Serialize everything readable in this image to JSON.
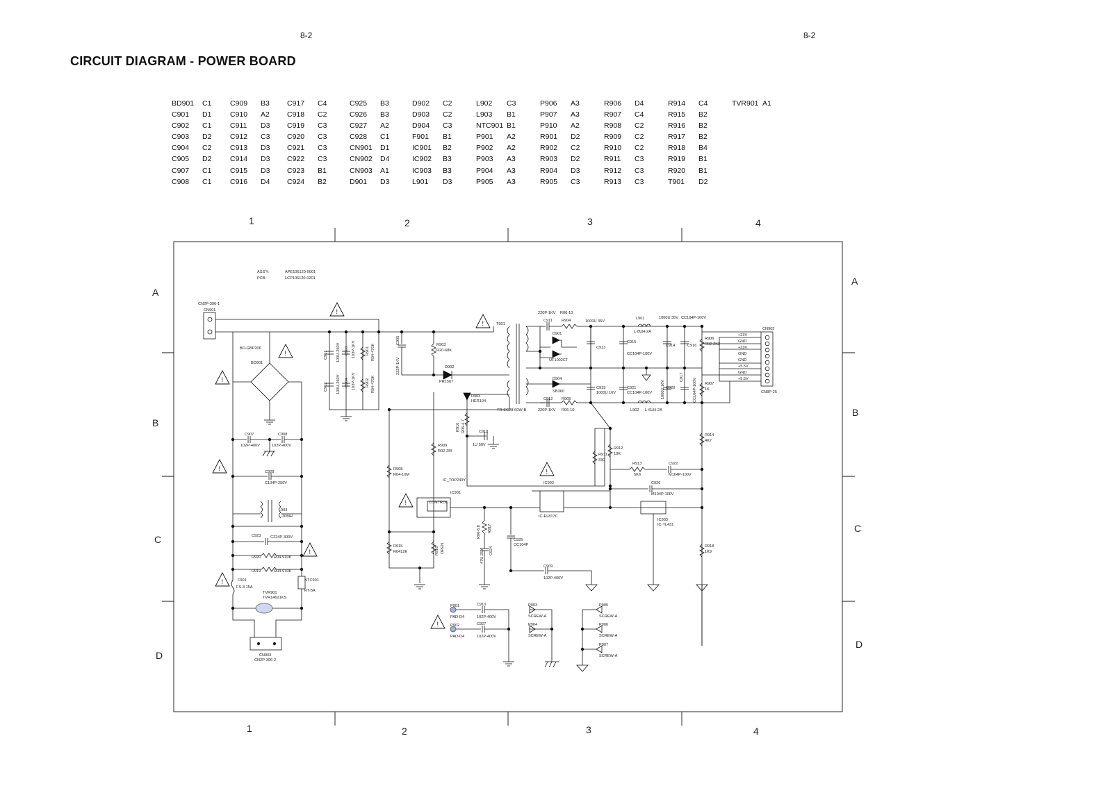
{
  "page_number_left": "8-2",
  "page_number_right": "8-2",
  "title": "CIRCUIT DIAGRAM - POWER BOARD",
  "reference_table": [
    [
      [
        "BD901",
        "C1"
      ],
      [
        "C901",
        "D1"
      ],
      [
        "C902",
        "C1"
      ],
      [
        "C903",
        "D2"
      ],
      [
        "C904",
        "C2"
      ],
      [
        "C905",
        "D2"
      ],
      [
        "C907",
        "C1"
      ],
      [
        "C908",
        "C1"
      ]
    ],
    [
      [
        "C909",
        "B3"
      ],
      [
        "C910",
        "A2"
      ],
      [
        "C911",
        "D3"
      ],
      [
        "C912",
        "C3"
      ],
      [
        "C913",
        "D3"
      ],
      [
        "C914",
        "D3"
      ],
      [
        "C915",
        "D3"
      ],
      [
        "C916",
        "D4"
      ]
    ],
    [
      [
        "C917",
        "C4"
      ],
      [
        "C918",
        "C2"
      ],
      [
        "C919",
        "C3"
      ],
      [
        "C920",
        "C3"
      ],
      [
        "C921",
        "C3"
      ],
      [
        "C922",
        "C3"
      ],
      [
        "C923",
        "B1"
      ],
      [
        "C924",
        "B2"
      ]
    ],
    [
      [
        "C925",
        "B3"
      ],
      [
        "C926",
        "B3"
      ],
      [
        "C927",
        "A2"
      ],
      [
        "C928",
        "C1"
      ],
      [
        "CN901",
        "D1"
      ],
      [
        "CN902",
        "D4"
      ],
      [
        "CN903",
        "A1"
      ],
      [
        "D901",
        "D3"
      ]
    ],
    [
      [
        "D902",
        "C2"
      ],
      [
        "D903",
        "C2"
      ],
      [
        "D904",
        "C3"
      ],
      [
        "F901",
        "B1"
      ],
      [
        "IC901",
        "B2"
      ],
      [
        "IC902",
        "B3"
      ],
      [
        "IC903",
        "B3"
      ],
      [
        "L901",
        "D3"
      ]
    ],
    [
      [
        "L902",
        "C3"
      ],
      [
        "L903",
        "B1"
      ],
      [
        "NTC901",
        "B1"
      ],
      [
        "P901",
        "A2"
      ],
      [
        "P902",
        "A2"
      ],
      [
        "P903",
        "A3"
      ],
      [
        "P904",
        "A3"
      ],
      [
        "P905",
        "A3"
      ]
    ],
    [
      [
        "P906",
        "A3"
      ],
      [
        "P907",
        "A3"
      ],
      [
        "P910",
        "A2"
      ],
      [
        "R901",
        "D2"
      ],
      [
        "R902",
        "C2"
      ],
      [
        "R903",
        "D2"
      ],
      [
        "R904",
        "D3"
      ],
      [
        "R905",
        "C3"
      ]
    ],
    [
      [
        "R906",
        "D4"
      ],
      [
        "R907",
        "C4"
      ],
      [
        "R908",
        "C2"
      ],
      [
        "R909",
        "C2"
      ],
      [
        "R910",
        "C2"
      ],
      [
        "R911",
        "C3"
      ],
      [
        "R912",
        "C3"
      ],
      [
        "R913",
        "C3"
      ]
    ],
    [
      [
        "R914",
        "C4"
      ],
      [
        "R915",
        "B2"
      ],
      [
        "R916",
        "B2"
      ],
      [
        "R917",
        "B2"
      ],
      [
        "R918",
        "B4"
      ],
      [
        "R919",
        "B1"
      ],
      [
        "R920",
        "B1"
      ],
      [
        "T901",
        "D2"
      ]
    ],
    [
      [
        "TVR901",
        "A1"
      ]
    ]
  ],
  "grid": {
    "columns": [
      "1",
      "2",
      "3",
      "4"
    ],
    "rows": [
      "A",
      "B",
      "C",
      "D"
    ]
  },
  "assembly": {
    "assy_label": "ASS'Y:",
    "assy_value": "APE106120-0001",
    "pcb_label": "PCB:",
    "pcb_value": "LCP106120-0201"
  },
  "components": {
    "cn901": [
      "CN2P-396-1",
      "CN901"
    ],
    "bd901": [
      "BD-GBP206",
      "BD901"
    ],
    "c907": [
      "C907",
      "102P-400V"
    ],
    "c908": [
      "C908",
      "102P-400V"
    ],
    "c928": [
      "C928",
      "C104P-250V"
    ],
    "l903": [
      "L903",
      "L-30MH"
    ],
    "c923": [
      "C923",
      "C224P-300V"
    ],
    "r920": [
      "R920",
      "R04-910K"
    ],
    "r919": [
      "R919",
      "R04-910K"
    ],
    "f901": [
      "F901",
      "FS-3.15A"
    ],
    "ntc901": [
      "NTC901",
      "RT-5A"
    ],
    "tvr901": [
      "TVR901",
      "TVR14621KS"
    ],
    "cn903": [
      "CN903",
      "CN2P-396-2"
    ],
    "c901": [
      "C901",
      "100U-250V"
    ],
    "c902": [
      "C902",
      "100U-250V"
    ],
    "c903": [
      "C903",
      "103P-1KV"
    ],
    "c904": [
      "C904",
      "103P-1KV"
    ],
    "r901": [
      "R901",
      "R04-470K"
    ],
    "r902": [
      "R902",
      "R04-470K"
    ],
    "c905": [
      "C905",
      "222P-1KV"
    ],
    "r903": [
      "R903",
      "R20-68K"
    ],
    "d902": [
      "D902",
      "PR1507"
    ],
    "d903": [
      "D903",
      "HER104"
    ],
    "t901": [
      "T901",
      "TR-EC28-60W-B"
    ],
    "r910": [
      "R910",
      "R06-4.7"
    ],
    "c918": [
      "C918",
      "1U 50V"
    ],
    "r909": [
      "R909",
      "R02-2M"
    ],
    "r908": [
      "R908",
      "R04-10M"
    ],
    "ic901": [
      "IC_TOP249Y",
      "IC901",
      "CONTROL"
    ],
    "r915": [
      "R915",
      "R0412K"
    ],
    "r916": [
      "R916",
      "OPEN"
    ],
    "r917": [
      "R917",
      "R06-6.8"
    ],
    "c924": [
      "C924",
      "47U 25V"
    ],
    "c925": [
      "C925",
      "CC104P"
    ],
    "c909": [
      "C909",
      "102P-400V"
    ],
    "c911": [
      "C911",
      "220P-1KV"
    ],
    "r904": [
      "R904",
      "R06-10"
    ],
    "d901": [
      "D901",
      "UF1002CT"
    ],
    "c912": [
      "C912",
      "220P-1KV"
    ],
    "r905": [
      "R905",
      "R06-10"
    ],
    "d904": [
      "D904",
      "SB360"
    ],
    "c913": [
      "C913",
      "1000U 35V"
    ],
    "c919": [
      "C919",
      "1000U 16V"
    ],
    "l901": [
      "L901",
      "L-8UH-2A"
    ],
    "c915": [
      "C915",
      "CC104P-100V"
    ],
    "c921": [
      "C921",
      "CC104P-100V"
    ],
    "l902": [
      "L902",
      "L-6UH-2A"
    ],
    "c914": [
      "C914",
      "1000U 35V"
    ],
    "c916": [
      "C916",
      "CC104P-100V"
    ],
    "c920": [
      "C920",
      "1000U 16V"
    ],
    "c917": [
      "C917",
      "CC104P-100V"
    ],
    "r906": [
      "R906",
      "R02-2K2"
    ],
    "r907": [
      "R907",
      "1K"
    ],
    "r914": [
      "R914",
      "4K7"
    ],
    "r911": [
      "R911",
      "330"
    ],
    "r912": [
      "R912",
      "10K"
    ],
    "r913": [
      "R913",
      "5K6"
    ],
    "c922": [
      "C922",
      "M104P-100V"
    ],
    "c926": [
      "C926",
      "M104P-100V"
    ],
    "ic902": [
      "IC902",
      "IC-EL817C"
    ],
    "ic903": [
      "IC903",
      "IC-TL431"
    ],
    "r918": [
      "R918",
      "1K9"
    ],
    "cn902": [
      "CN902",
      "CN8P-25"
    ],
    "cn902_pins": [
      "+23V",
      "GND",
      "+23V",
      "GND",
      "GND",
      "+5.5V",
      "GND",
      "+5.5V"
    ],
    "p901": [
      "P901",
      "PAD-D4"
    ],
    "p902": [
      "P902",
      "PAD-D4"
    ],
    "c910": [
      "C910",
      "102P-400V"
    ],
    "c927": [
      "C927",
      "102P-400V"
    ],
    "p903": [
      "P903",
      "SCREW-A"
    ],
    "p904": [
      "P904",
      "SCREW-A"
    ],
    "p905": [
      "P905",
      "SCREW-A"
    ],
    "p906": [
      "P906",
      "SCREW-A"
    ],
    "p907": [
      "P907",
      "SCREW-A"
    ]
  }
}
